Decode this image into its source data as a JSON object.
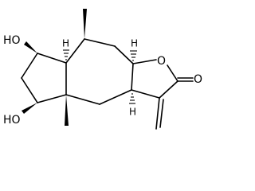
{
  "labels": {
    "ho_top": "HO",
    "ho_bottom": "HO",
    "o_ring": "O",
    "o_carbonyl": "O",
    "h_top_left": "H",
    "h_top_right": "H",
    "h_bottom": "H"
  },
  "colors": {
    "bond": "#000000",
    "background": "#ffffff"
  }
}
